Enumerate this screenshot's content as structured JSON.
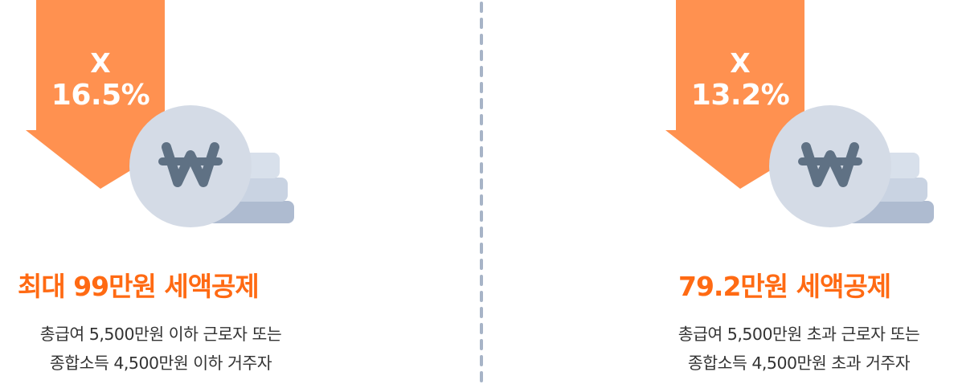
{
  "colors": {
    "accent": "#ff6a13",
    "arrow": "#ff9150",
    "coin_face": "#d4dbe6",
    "coin_symbol": "#5f7184",
    "coin_stack_light": "#c9d3e2",
    "coin_stack_dark": "#aebbd0",
    "divider": "#a7b4c7"
  },
  "panels": [
    {
      "multiplier_symbol": "X",
      "rate": "16.5%",
      "headline": "최대 99만원 세액공제",
      "desc_line1": "총급여 5,500만원 이하 근로자 또는",
      "desc_line2": "종합소득 4,500만원 이하 거주자",
      "icon": "won-coin-icon"
    },
    {
      "multiplier_symbol": "X",
      "rate": "13.2%",
      "headline": "79.2만원 세액공제",
      "desc_line1": "총급여 5,500만원 초과 근로자 또는",
      "desc_line2": "종합소득 4,500만원 초과 거주자",
      "icon": "won-coin-icon"
    }
  ]
}
